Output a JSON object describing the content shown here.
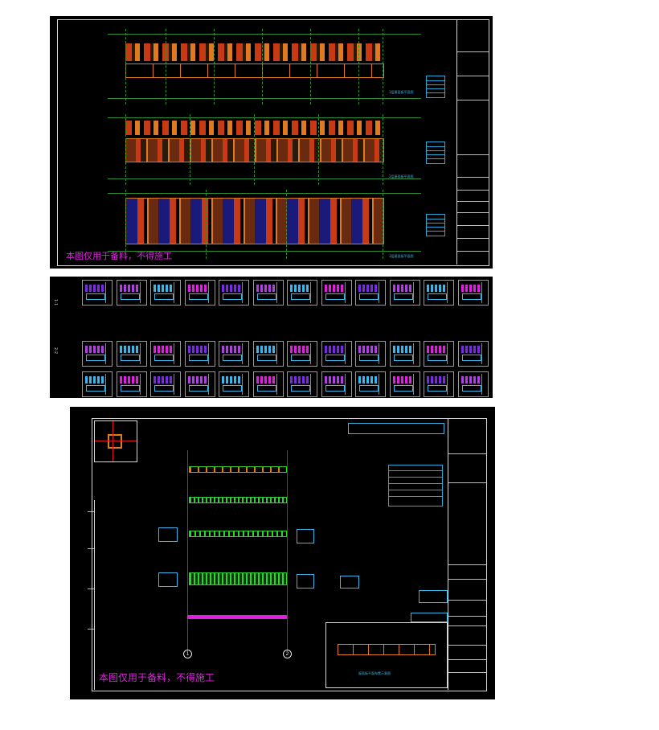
{
  "sheet1": {
    "note": "本图仅用于备料，不得施工",
    "plan_titles": [
      "1层屋面板平面图",
      "2层屋面板平面图",
      "3层屋面板平面图"
    ]
  },
  "sheet2": {
    "row_labels": [
      "1-1",
      "2-2"
    ],
    "thumbnail_rows": 3,
    "thumbnails_per_row": 12
  },
  "sheet3": {
    "note": "本图仅用于备料，不得施工",
    "axis_labels": [
      "1",
      "2"
    ],
    "bottom_detail_title": "屋面板平面布置示意图"
  },
  "colors": {
    "background": "#000000",
    "frame": "#d8d8d8",
    "note": "#e020e0",
    "grid": "#2f8f2f",
    "axis": "#e01010",
    "member_orange": "#e07a20",
    "member_cyan": "#3ab6e8",
    "member_magenta": "#e020e0",
    "hatch_green": "#30d030"
  }
}
